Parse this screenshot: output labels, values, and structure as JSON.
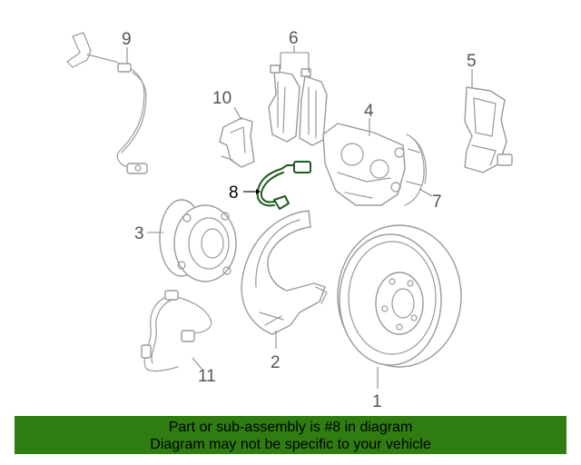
{
  "callouts": {
    "c1": "1",
    "c2": "2",
    "c3": "3",
    "c4": "4",
    "c5": "5",
    "c6": "6",
    "c7": "7",
    "c8": "8",
    "c9": "9",
    "c10": "10",
    "c11": "11"
  },
  "highlighted_part": "8",
  "highlight_color": "#2f7d10",
  "banner": {
    "line1": "Part or sub-assembly is #8 in diagram",
    "line2": "Diagram may not be specific to your vehicle"
  }
}
